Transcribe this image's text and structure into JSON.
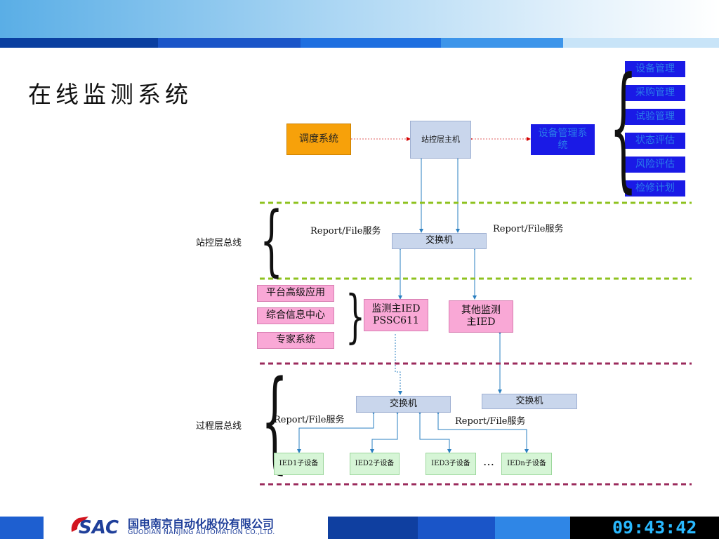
{
  "title": "在线监测系统",
  "station_layer": {
    "dispatch": "调度系统",
    "host": "站控层主机",
    "device_mgmt": "设备管理系统",
    "mgmt_items": [
      "设备管理",
      "采购管理",
      "试验管理",
      "状态评估",
      "风险评估",
      "检修计划"
    ]
  },
  "station_bus": {
    "label": "站控层总线",
    "service_left": "Report/File服务",
    "service_right": "Report/File服务",
    "switch": "交换机"
  },
  "middle": {
    "apps": [
      "平台高级应用",
      "综合信息中心",
      "专家系统"
    ],
    "main_ied_line1": "监测主IED",
    "main_ied_line2": "PSSC611",
    "other_ied_line1": "其他监测",
    "other_ied_line2": "主IED"
  },
  "process_bus": {
    "label": "过程层总线",
    "switch_left": "交换机",
    "switch_right": "交换机",
    "service_left": "Report/File服务",
    "service_right": "Report/File服务",
    "ieds": [
      "IED1子设备",
      "IED2子设备",
      "IED3子设备",
      "IEDn子设备"
    ],
    "ellipsis": "…"
  },
  "footer": {
    "logo_text": "SAC",
    "company_cn": "国电南京自动化股份有限公司",
    "company_en": "GUODIAN NANJING AUTOMATION CO.,LTD.",
    "clock": "09:43:42"
  },
  "colors": {
    "orange_box": "#f7a10a",
    "blue_box": "#1a1ae6",
    "pink_box": "#f9a8d6",
    "green_box": "#d6f5d6",
    "light_box": "#c9d6ec",
    "green_dash": "#8ec21f",
    "maroon_dash": "#9b2b5c",
    "clock_color": "#29b9ff"
  }
}
